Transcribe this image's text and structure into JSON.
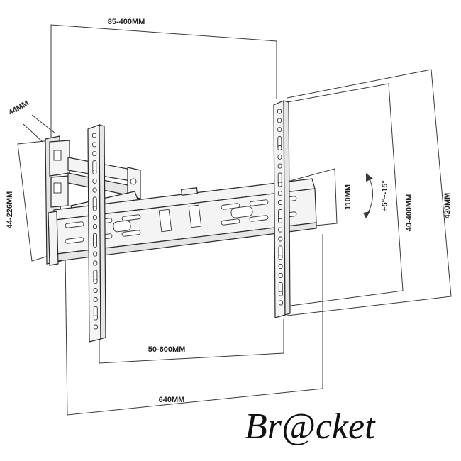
{
  "dimensions": {
    "top_depth": "85-400MM",
    "wall_plate_depth": "44MM",
    "wall_plate_height": "44-226MM",
    "rail_height": "110MM",
    "tilt_range": "+5°~-15°",
    "vertical_vesa": "40-400MM",
    "arm_height": "420MM",
    "horizontal_vesa": "50-600MM",
    "width": "640MM"
  },
  "brand": {
    "name": "Br@cket"
  },
  "colors": {
    "line": "#3a3a3a",
    "text": "#222222",
    "background": "#ffffff"
  }
}
